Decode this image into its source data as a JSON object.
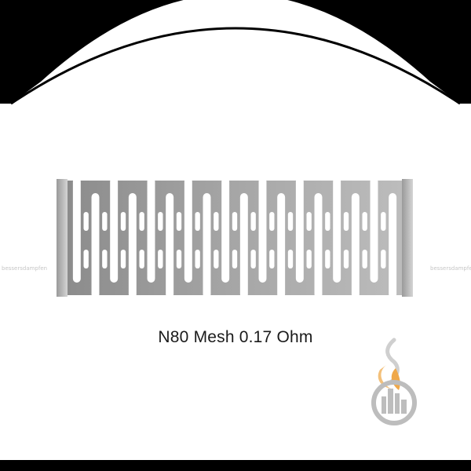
{
  "product": {
    "caption": "N80 Mesh 0.17 Ohm"
  },
  "watermark": {
    "text": "bessersdampfen"
  },
  "colors": {
    "background": "#ffffff",
    "frame": "#000000",
    "mesh_metal": "#9a9a9a",
    "logo_flame": "#f0b45a",
    "logo_smoke": "#cfcfcf"
  },
  "icons": {
    "logo": "flame-smoke-city-logo"
  }
}
